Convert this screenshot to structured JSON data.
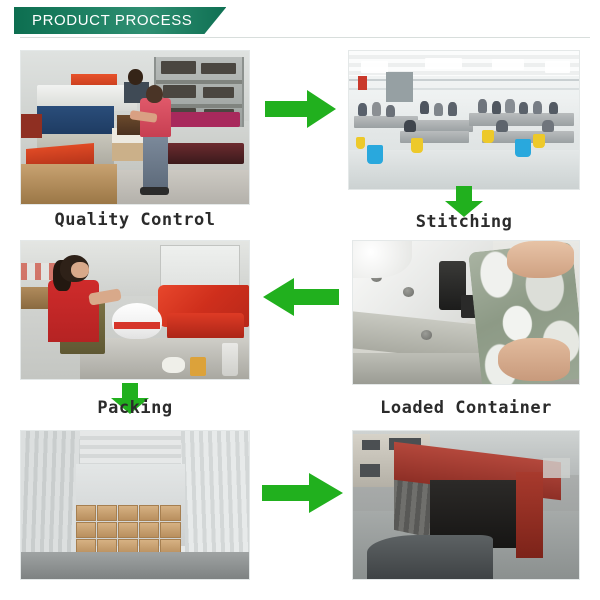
{
  "header": {
    "title": "PRODUCT PROCESS",
    "banner_color_left": "#0d6e50",
    "banner_color_right": "#2f8f72",
    "rule_color": "#d8dedc"
  },
  "accent": {
    "arrow_color": "#21b01e",
    "arrow_color_dark": "#1f9c18"
  },
  "steps": [
    {
      "id": "quality-control",
      "label": "Quality Control",
      "scene": "Worker in a factory inspecting goods at a workbench beside pressing machines and storage shelving"
    },
    {
      "id": "stitching",
      "label": "Stitching",
      "scene": "Large bright sewing workshop with long rows of operators at sewing tables, blue and yellow collection bins"
    },
    {
      "id": "packing",
      "label": "Packing",
      "scene": "Woman in a red top and olive apron packing a white helmet beside a pile of red bags"
    },
    {
      "id": "loaded-container",
      "label": "Loaded Container",
      "scene": "Close-up of hands guiding camouflage fabric under an industrial sewing machine foot"
    }
  ],
  "photos": [
    {
      "id": "photo-quality-control",
      "alt": "Quality control inspection station in factory"
    },
    {
      "id": "photo-stitching",
      "alt": "Sewing workshop with many operators"
    },
    {
      "id": "photo-packing",
      "alt": "Worker packing red bags and helmet"
    },
    {
      "id": "photo-sewing-machine",
      "alt": "Sewing machine close-up with camouflage fabric"
    },
    {
      "id": "photo-container-interior",
      "alt": "Container interior stacked with cartons"
    },
    {
      "id": "photo-container-exterior",
      "alt": "Red shipping container with open doors"
    }
  ],
  "arrows": [
    {
      "id": "arrow-qc-to-stitching",
      "direction": "right"
    },
    {
      "id": "arrow-stitching-down",
      "direction": "down"
    },
    {
      "id": "arrow-sewing-to-packing",
      "direction": "left"
    },
    {
      "id": "arrow-packing-down",
      "direction": "down"
    },
    {
      "id": "arrow-container-to-loaded",
      "direction": "right"
    }
  ]
}
